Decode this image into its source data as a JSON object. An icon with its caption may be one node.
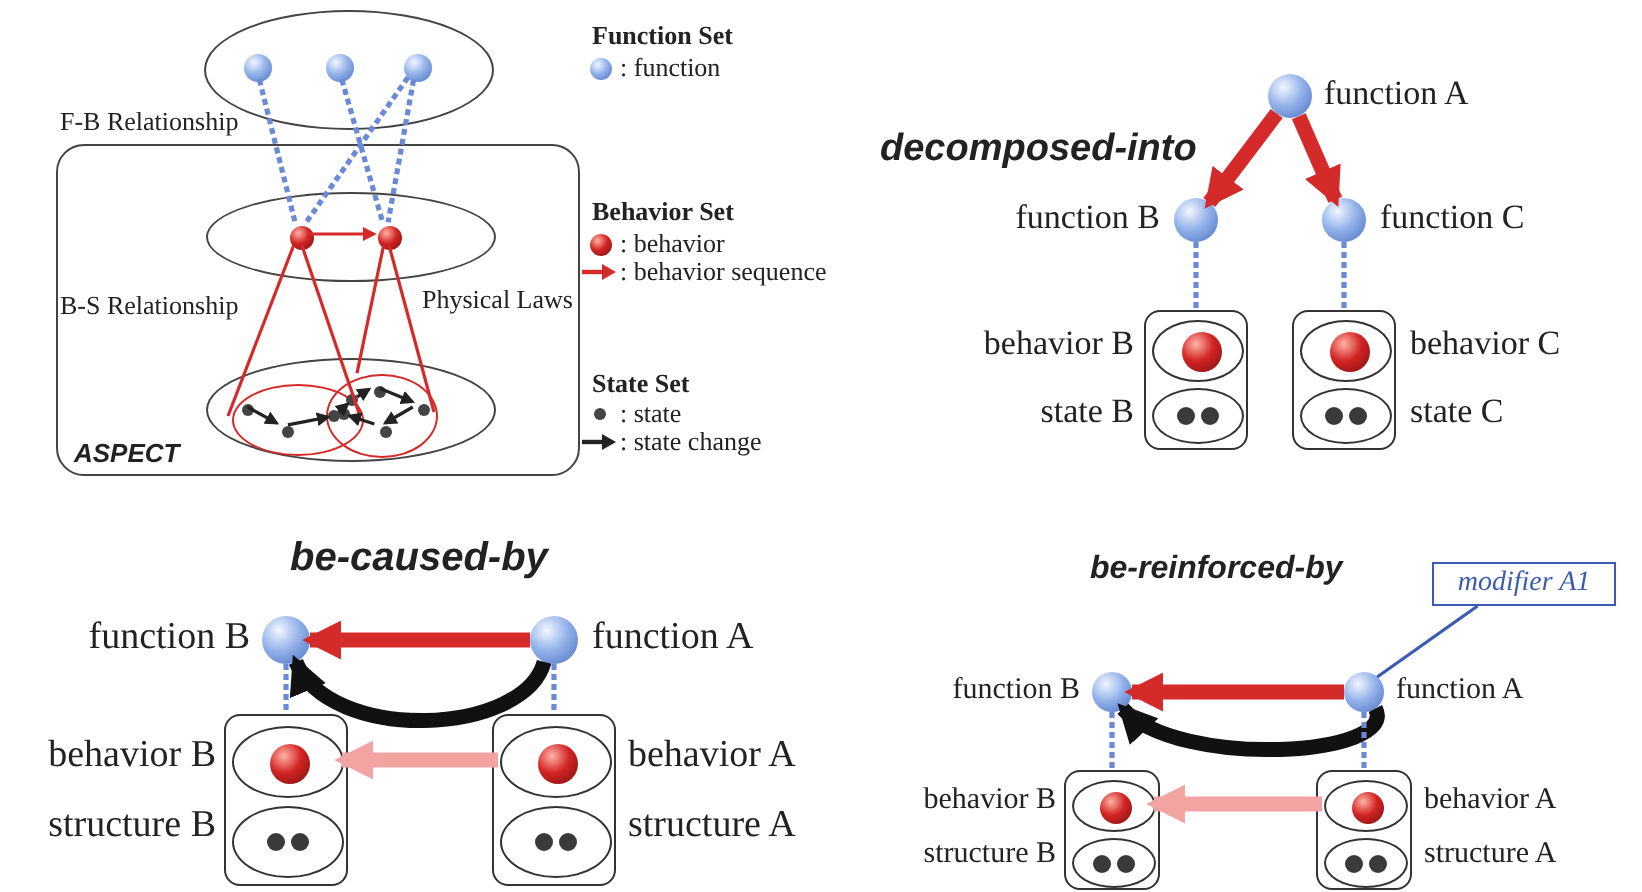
{
  "diagram": {
    "nodes": [
      {
        "text": [
          "ASPECT"
        ]
      },
      {
        "text": [],
        "shape": "ellipse"
      },
      {
        "text": [],
        "shape": "circle",
        "in": 1
      },
      {
        "text": [],
        "shape": "circle",
        "in": 1
      },
      {
        "text": [],
        "shape": "circle",
        "in": 1
      },
      {
        "text": [],
        "shape": "ellipse",
        "in": 0
      },
      {
        "text": [],
        "shape": "circle",
        "in": 5
      },
      {
        "text": [],
        "shape": "circle",
        "in": 5
      },
      {
        "text": [],
        "shape": "ellipse",
        "in": 0
      },
      {
        "text": [],
        "shape": "circle",
        "in": 8
      },
      {
        "text": [],
        "shape": "circle",
        "in": 8
      },
      {
        "text": [],
        "shape": "circle",
        "beside": [
          "function A"
        ]
      },
      {
        "text": [],
        "shape": "circle",
        "beside": [
          "function B"
        ]
      },
      {
        "text": [],
        "shape": "circle",
        "beside": [
          "function C"
        ]
      },
      {
        "text": [],
        "shape": "box"
      },
      {
        "text": [],
        "shape": "ellipse",
        "in": 14,
        "beside": [
          "behavior B"
        ]
      },
      {
        "text": [],
        "shape": "circle",
        "in": 15
      },
      {
        "text": [],
        "shape": "ellipse",
        "in": 14,
        "beside": [
          "state B"
        ]
      },
      {
        "text": [],
        "shape": "box"
      },
      {
        "text": [],
        "shape": "ellipse",
        "in": 18,
        "beside": [
          "behavior C"
        ]
      },
      {
        "text": [],
        "shape": "circle",
        "in": 19
      },
      {
        "text": [],
        "shape": "ellipse",
        "in": 18,
        "beside": [
          "state C"
        ]
      },
      {
        "text": [],
        "shape": "circle",
        "beside": [
          "function B"
        ]
      },
      {
        "text": [],
        "shape": "circle",
        "beside": [
          "function A"
        ]
      },
      {
        "text": [],
        "shape": "box"
      },
      {
        "text": [],
        "shape": "ellipse",
        "in": 24,
        "beside": [
          "behavior B"
        ]
      },
      {
        "text": [],
        "shape": "circle",
        "in": 25
      },
      {
        "text": [],
        "shape": "ellipse",
        "in": 24,
        "beside": [
          "structure B"
        ]
      },
      {
        "text": [],
        "shape": "box"
      },
      {
        "text": [],
        "shape": "ellipse",
        "in": 28,
        "beside": [
          "behavior A"
        ]
      },
      {
        "text": [],
        "shape": "circle",
        "in": 29
      },
      {
        "text": [],
        "shape": "ellipse",
        "in": 28,
        "beside": [
          "structure A"
        ]
      },
      {
        "text": [
          "modifier A1"
        ]
      },
      {
        "text": [],
        "shape": "circle",
        "beside": [
          "function B"
        ]
      },
      {
        "text": [],
        "shape": "circle",
        "beside": [
          "function A"
        ]
      },
      {
        "text": [],
        "shape": "box"
      },
      {
        "text": [],
        "shape": "ellipse",
        "in": 35,
        "beside": [
          "behavior B"
        ]
      },
      {
        "text": [],
        "shape": "circle",
        "in": 36
      },
      {
        "text": [],
        "shape": "ellipse",
        "in": 35,
        "beside": [
          "structure B"
        ]
      },
      {
        "text": [],
        "shape": "box"
      },
      {
        "text": [],
        "shape": "ellipse",
        "in": 39,
        "beside": [
          "behavior A"
        ]
      },
      {
        "text": [],
        "shape": "circle",
        "in": 40
      },
      {
        "text": [],
        "shape": "ellipse",
        "in": 39,
        "beside": [
          "structure A"
        ]
      },
      {
        "text": [],
        "shape": "circle",
        "in": 9
      },
      {
        "text": [],
        "shape": "circle",
        "in": 9
      },
      {
        "text": [],
        "shape": "circle"
      },
      {
        "text": [],
        "shape": "circle"
      },
      {
        "text": [],
        "shape": "circle",
        "in": 10
      },
      {
        "text": [],
        "shape": "circle",
        "in": 10
      },
      {
        "text": [],
        "shape": "circle",
        "in": 10
      },
      {
        "text": [],
        "shape": "circle"
      }
    ],
    "edges": [
      {
        "from": 2,
        "to": 6,
        "arrow": "none",
        "style": "dashed"
      },
      {
        "from": 3,
        "to": 7,
        "arrow": "none",
        "style": "dashed"
      },
      {
        "from": 4,
        "to": 6,
        "arrow": "none",
        "style": "dashed"
      },
      {
        "from": 4,
        "to": 7,
        "arrow": "none",
        "style": "dashed"
      },
      {
        "from": 6,
        "to": 7,
        "arrow": "to",
        "color": "#d42a2a"
      },
      {
        "from": 6,
        "to": 9,
        "arrow": "none",
        "color": "#d42a2a"
      },
      {
        "from": 7,
        "to": 10,
        "arrow": "none",
        "color": "#d42a2a"
      },
      {
        "from": 11,
        "to": 12,
        "arrow": "to",
        "style": "thick",
        "color": "#d42a2a",
        "label": "decomposed-into"
      },
      {
        "from": 11,
        "to": 13,
        "arrow": "to",
        "style": "thick",
        "color": "#d42a2a"
      },
      {
        "from": 12,
        "to": 14,
        "arrow": "none",
        "style": "dashed"
      },
      {
        "from": 13,
        "to": 18,
        "arrow": "none",
        "style": "dashed"
      },
      {
        "from": 23,
        "to": 22,
        "arrow": "to",
        "style": "thick",
        "color": "#d42a2a",
        "label": "be-caused-by"
      },
      {
        "from": 23,
        "to": 22,
        "arrow": "to",
        "style": "thick",
        "color": "#111111"
      },
      {
        "from": 29,
        "to": 25,
        "arrow": "to",
        "style": "thick",
        "color": "#f4a3a3"
      },
      {
        "from": 22,
        "to": 24,
        "arrow": "none",
        "style": "dashed"
      },
      {
        "from": 23,
        "to": 28,
        "arrow": "none",
        "style": "dashed"
      },
      {
        "from": 32,
        "to": 34,
        "arrow": "none",
        "color": "#3a5bb0"
      },
      {
        "from": 34,
        "to": 33,
        "arrow": "to",
        "style": "thick",
        "color": "#d42a2a",
        "label": "be-reinforced-by"
      },
      {
        "from": 34,
        "to": 33,
        "arrow": "to",
        "style": "thick",
        "color": "#111111"
      },
      {
        "from": 40,
        "to": 36,
        "arrow": "to",
        "style": "thick",
        "color": "#f4a3a3"
      },
      {
        "from": 33,
        "to": 35,
        "arrow": "none",
        "style": "dashed"
      },
      {
        "from": 34,
        "to": 39,
        "arrow": "none",
        "style": "dashed"
      },
      {
        "from": 6,
        "to": 9,
        "arrow": "none",
        "color": "#d42a2a"
      },
      {
        "from": 7,
        "to": 10,
        "arrow": "none",
        "color": "#d42a2a"
      },
      {
        "from": 43,
        "to": 44,
        "arrow": "to",
        "color": "#222222"
      },
      {
        "from": 44,
        "to": 45,
        "arrow": "to",
        "color": "#222222"
      },
      {
        "from": 45,
        "to": 46,
        "arrow": "to",
        "color": "#222222"
      },
      {
        "from": 46,
        "to": 47,
        "arrow": "to",
        "color": "#222222"
      },
      {
        "from": 47,
        "to": 48,
        "arrow": "to",
        "color": "#222222"
      },
      {
        "from": 48,
        "to": 49,
        "arrow": "to",
        "color": "#222222"
      },
      {
        "from": 49,
        "to": 50,
        "arrow": "to",
        "color": "#222222"
      }
    ],
    "labels": [
      "Function Set",
      "F-B Relationship",
      "Behavior Set",
      "B-S Relationship",
      "Physical Laws",
      "State Set"
    ],
    "legend": [
      {
        "text": ": function"
      },
      {
        "text": ": behavior"
      },
      {
        "text": ": behavior sequence"
      },
      {
        "text": ": state"
      },
      {
        "text": ": state change"
      }
    ]
  }
}
